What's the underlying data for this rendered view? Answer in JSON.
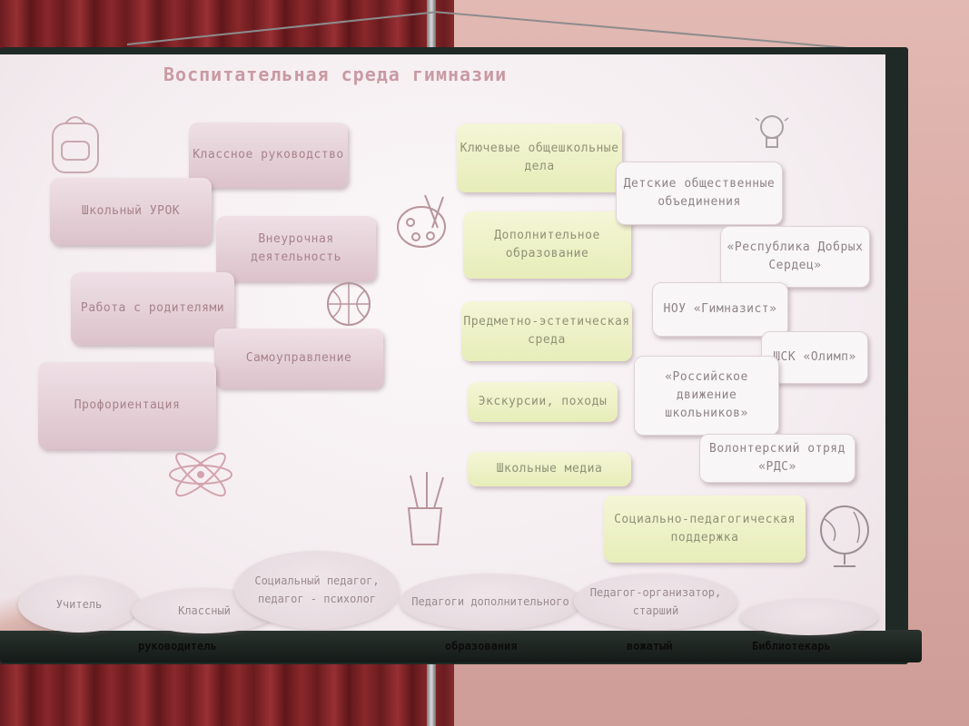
{
  "slide": {
    "title": "Воспитательная среда гимназии",
    "left_boxes": [
      "Классное руководство",
      "Школьный УРОК",
      "Внеурочная деятельность",
      "Работа с родителями",
      "Самоуправление",
      "Профориентация"
    ],
    "green_boxes": [
      "Ключевые общешкольные дела",
      "Дополнительное образование",
      "Предметно-эстетическая среда",
      "Экскурсии, походы",
      "Школьные медиа",
      "Социально-педагогическая поддержка"
    ],
    "white_boxes": [
      "Детские общественные объединения",
      "«Республика Добрых Сердец»",
      "НОУ «Гимназист»",
      "ШСК «Олимп»",
      "«Российское движение школьников»",
      "Волонтерский отряд «РДС»"
    ],
    "ovals": [
      "Учитель",
      "Классный",
      "Социальный педагог, педагог - психолог",
      "Педагоги дополнительного",
      "Педагог-организатор, старший"
    ],
    "bottom_bar_text": [
      "руководитель",
      "образования",
      "вожатый",
      "Библиотекарь"
    ]
  },
  "icons": [
    "backpack-icon",
    "palette-icon",
    "lightbulb-icon",
    "basketball-icon",
    "atom-icon",
    "pencil-cup-icon",
    "globe-icon"
  ],
  "colors": {
    "title": "#c99aa3",
    "pink_box": "#dcc2cb",
    "green_box": "#e7edb9",
    "white_box": "#f8f6f7",
    "curtain": "#8a2a2e",
    "wall": "#d8a8a2"
  }
}
